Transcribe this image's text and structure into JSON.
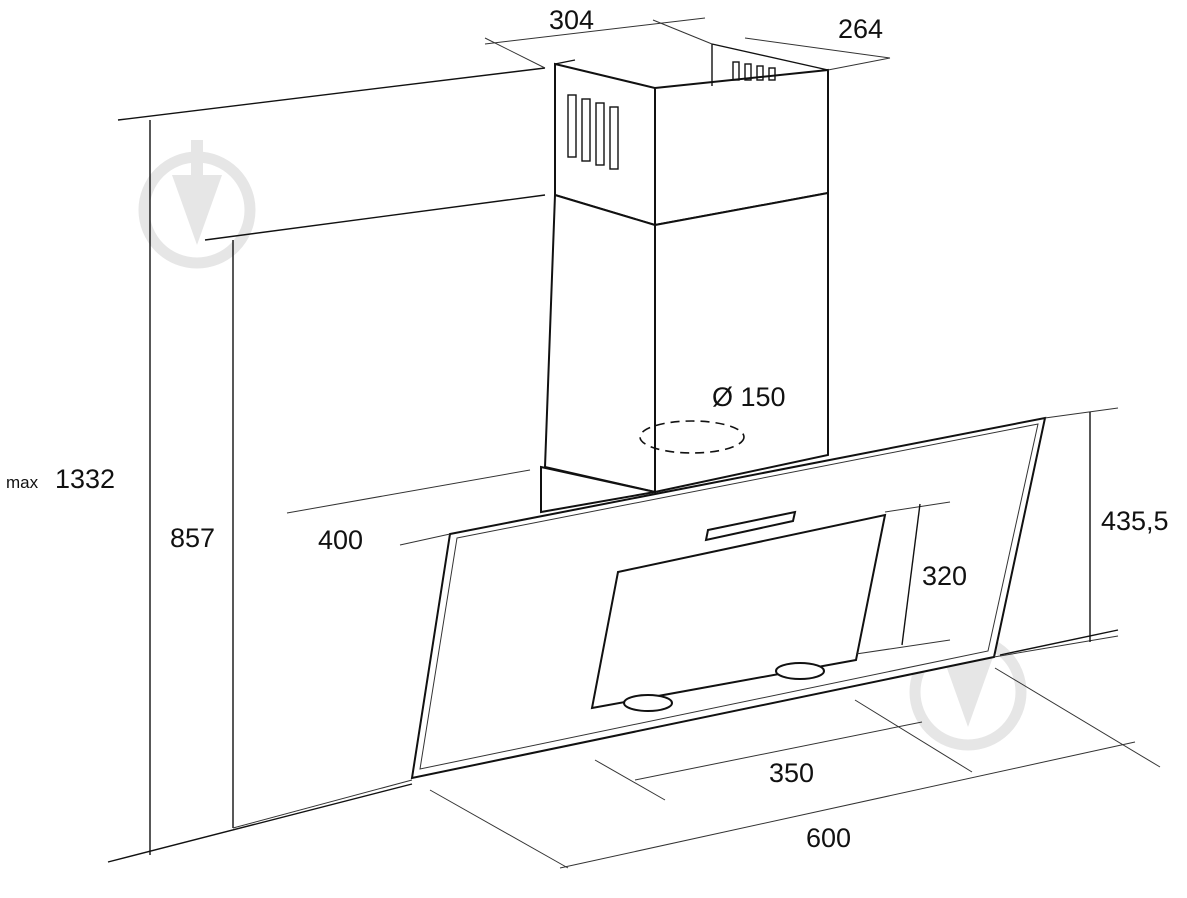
{
  "diagram": {
    "dimensions": {
      "chimney_width": "304",
      "chimney_depth": "264",
      "max_height_prefix": "max",
      "max_height_value": "1332",
      "min_height": "857",
      "hood_depth": "400",
      "duct_diameter": "Ø 150",
      "panel_height": "435,5",
      "window_height": "320",
      "window_width": "350",
      "hood_width": "600"
    },
    "colors": {
      "line": "#111111",
      "watermark": "#e6e6e6",
      "background": "#ffffff"
    },
    "icons": [
      "watermark-logo-icon",
      "watermark-logo-icon"
    ]
  }
}
